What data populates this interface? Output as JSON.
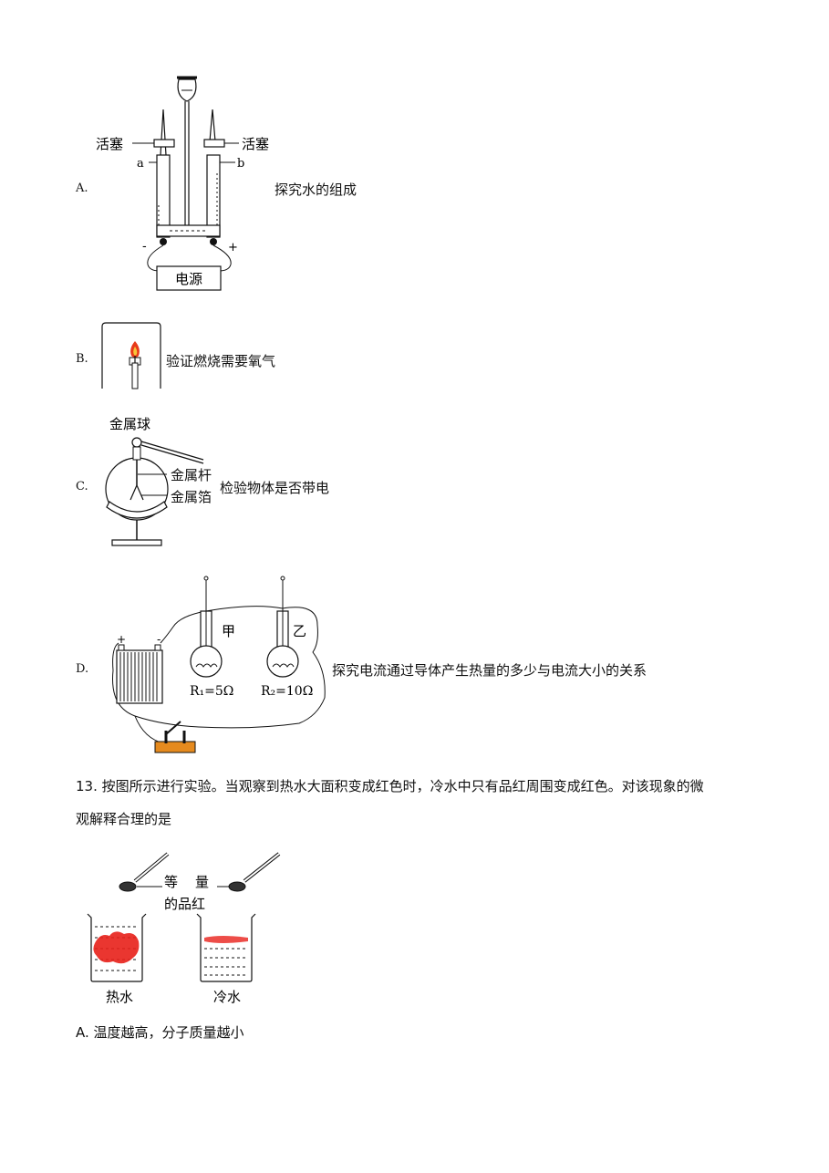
{
  "optA": {
    "letter": "A.",
    "caption": "探究水的组成",
    "label_stopcock_left": "活塞",
    "label_stopcock_right": "活塞",
    "label_a": "a",
    "label_b": "b",
    "label_minus": "-",
    "label_plus": "+",
    "label_power": "电源"
  },
  "optB": {
    "letter": "B.",
    "caption": "验证燃烧需要氧气"
  },
  "optC": {
    "letter": "C.",
    "caption": "检验物体是否带电",
    "label_ball": "金属球",
    "label_rod": "金属杆",
    "label_foil": "金属箔"
  },
  "optD": {
    "letter": "D.",
    "caption": "探究电流通过导体产生热量的多少与电流大小的关系",
    "label_jia": "甲",
    "label_yi": "乙",
    "label_r1": "R₁=5Ω",
    "label_r2": "R₂=10Ω",
    "label_plus": "+",
    "label_minus": "-"
  },
  "q13": {
    "line1": "13. 按图所示进行实验。当观察到热水大面积变成红色时，冷水中只有品红周围变成红色。对该现象的微",
    "line2": "观解释合理的是",
    "label_equal1": "等",
    "label_equal2": "量",
    "label_dye": "的品红",
    "label_hot": "热水",
    "label_cold": "冷水",
    "choiceA": "A.  温度越高，分子质量越小"
  },
  "colors": {
    "flame": "#e83a1a",
    "dye": "#e8201a",
    "switch_base": "#e58a1e"
  }
}
